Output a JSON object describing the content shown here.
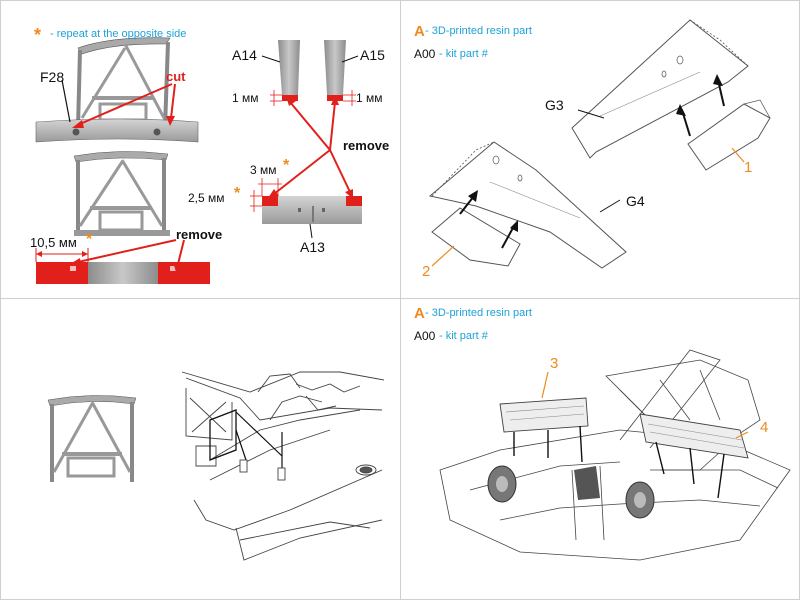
{
  "legend": {
    "star_symbol": "*",
    "repeat_note": "- repeat at the opposite side",
    "resin_letter": "A",
    "resin_note": "- 3D-printed resin part",
    "kit_code": "A00",
    "kit_note": "- kit part #"
  },
  "panel1": {
    "part_f28": "F28",
    "cut_label": "cut",
    "remove_label_1": "remove",
    "remove_label_2": "remove",
    "dim_10_5": "10,5 мм",
    "part_a14": "A14",
    "part_a15": "A15",
    "part_a13": "A13",
    "dim_1mm_left": "1 мм",
    "dim_1mm_right": "1 мм",
    "dim_3mm": "3 мм",
    "dim_2_5mm": "2,5 мм"
  },
  "panel2": {
    "part_g3": "G3",
    "part_g4": "G4",
    "callout_1": "1",
    "callout_2": "2"
  },
  "panel4": {
    "callout_3": "3",
    "callout_4": "4"
  },
  "colors": {
    "accent_orange": "#f08a1c",
    "cut_red": "#e2201b",
    "note_cyan": "#1da2d8",
    "part_gray": "#b8b8b8"
  }
}
